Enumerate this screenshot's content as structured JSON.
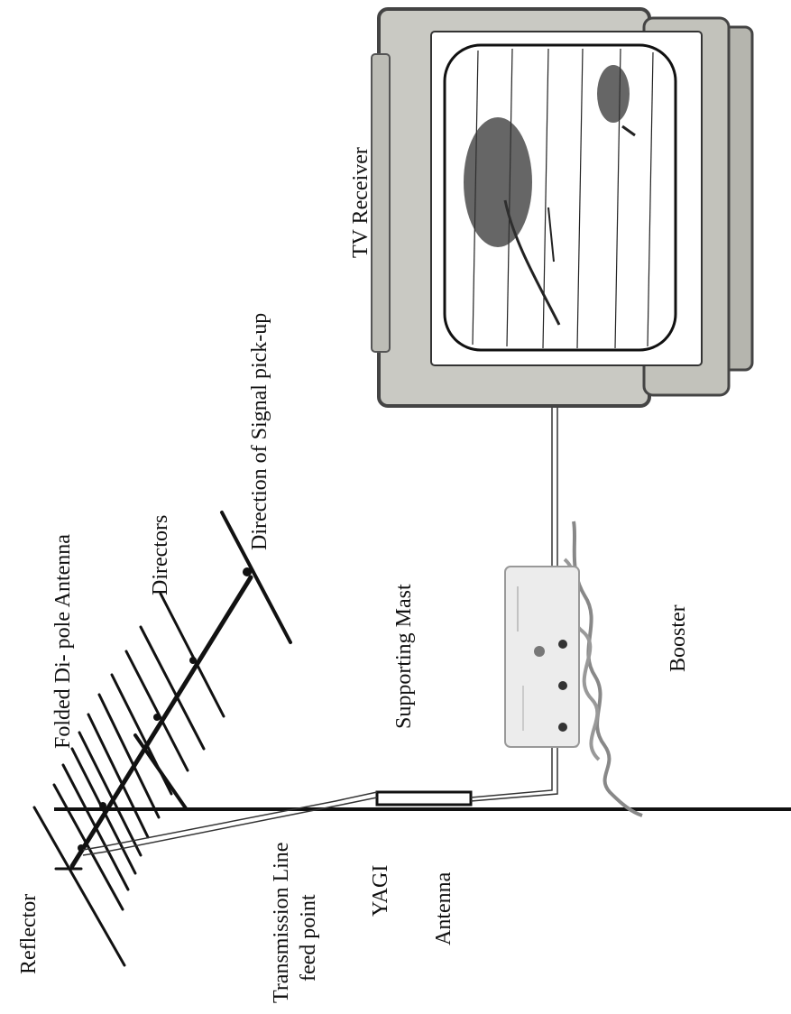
{
  "labels": {
    "reflector": "Reflector",
    "folded_dipole": "Folded Di- pole Antenna",
    "directors": "Directors",
    "direction": "Direction of Signal pick-up",
    "supporting_mast": "Supporting  Mast",
    "booster": "Booster",
    "tv_receiver": "TV Receiver",
    "transmission_line_1": "Transmission Line",
    "transmission_line_2": "feed point",
    "yagi_1": "YAGI",
    "yagi_2": "Antenna"
  },
  "colors": {
    "ink": "#111111",
    "tv_body": "#cdcdc7",
    "booster_body": "#ececec"
  }
}
